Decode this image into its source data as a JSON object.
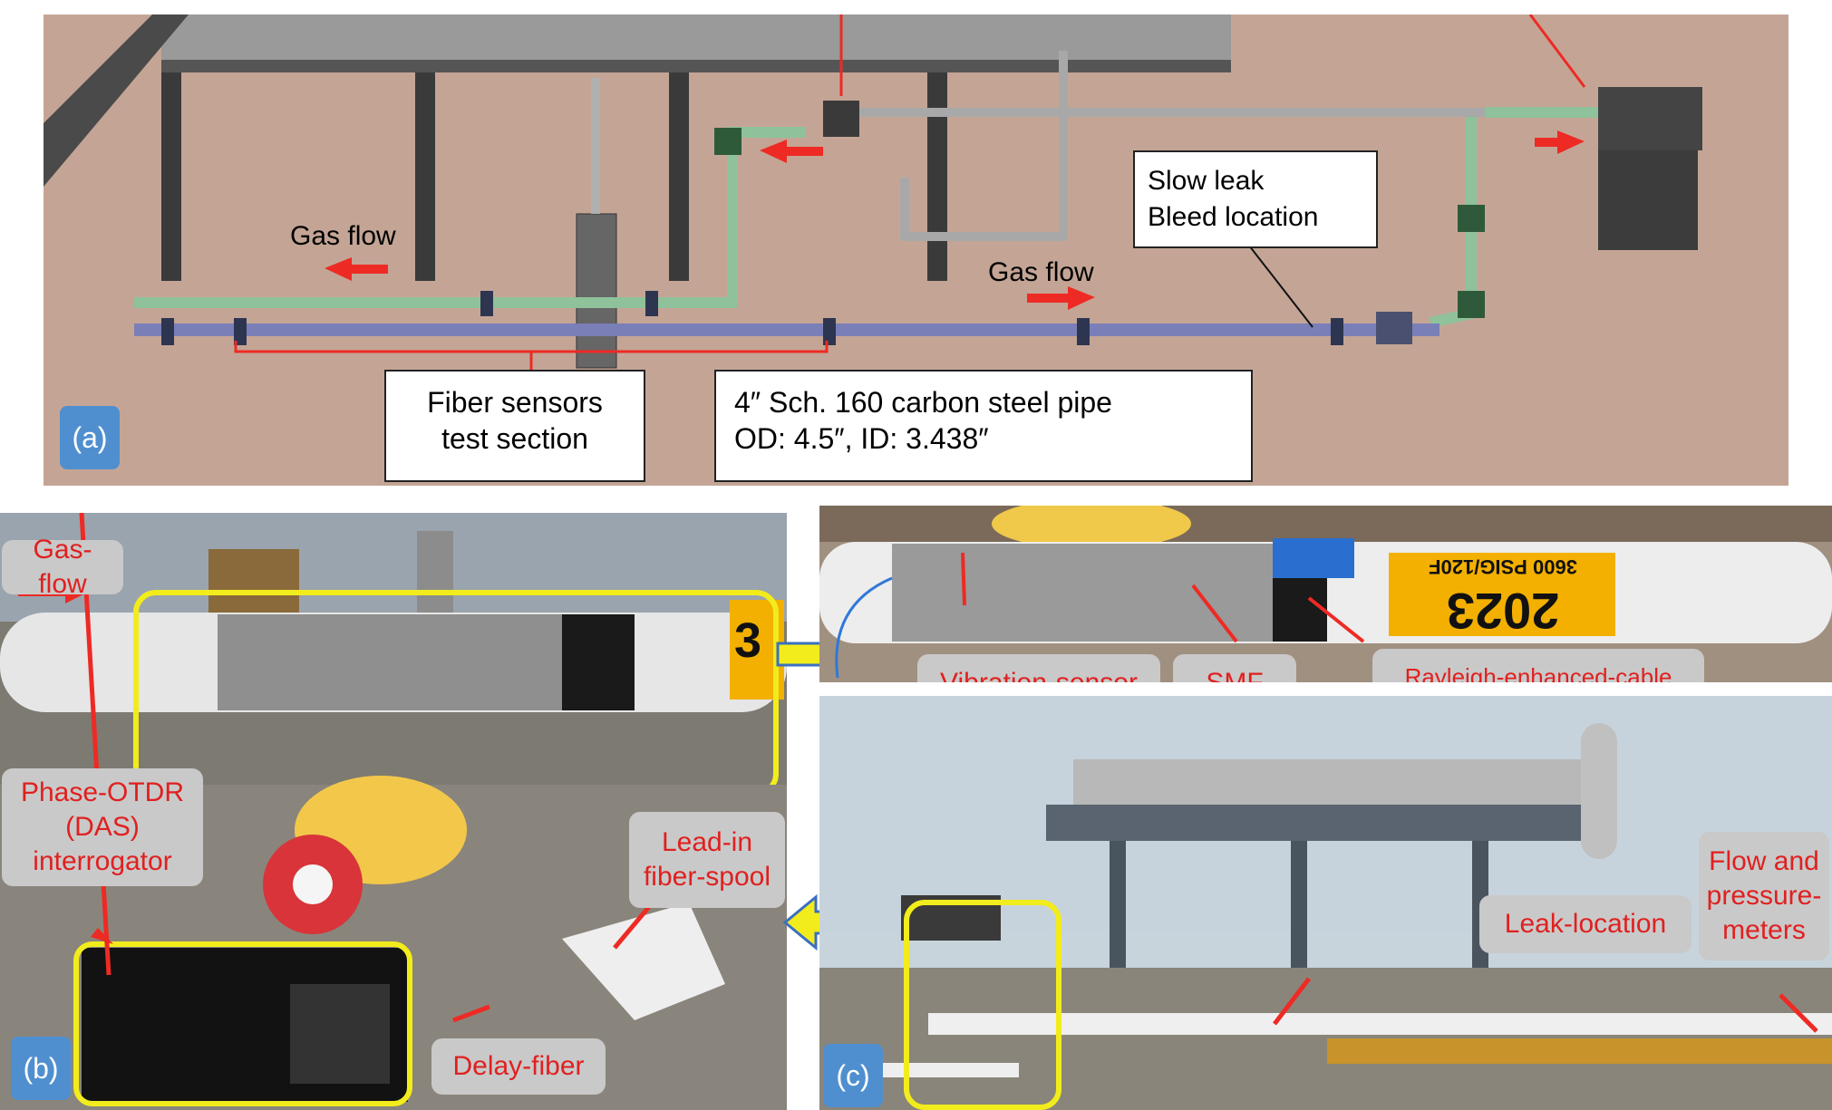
{
  "panel_a": {
    "tag": "(a)",
    "gas_flow_left": "Gas flow",
    "gas_flow_right": "Gas flow",
    "slow_leak_line1": "Slow leak",
    "slow_leak_line2": "Bleed location",
    "fiber_sensors_line1": "Fiber sensors",
    "fiber_sensors_line2": "test section",
    "pipe_spec_line1": "4″ Sch. 160 carbon steel pipe",
    "pipe_spec_line2": "OD: 4.5″, ID: 3.438″"
  },
  "panel_b": {
    "tag": "(b)",
    "gas_flow": "Gas-flow",
    "interrogator": "Phase-OTDR\n(DAS)\ninterrogator",
    "lead_in": "Lead-in\nfiber-spool",
    "delay_fiber": "Delay-fiber",
    "pipe_number": "3"
  },
  "panel_c_top": {
    "vibration_sensor": "Vibration-sensor",
    "smf": "SMF",
    "rayleigh": "Rayleigh-enhanced-cable",
    "pipe_number": "2023",
    "pipe_rating": "3600 PSIG/120F"
  },
  "panel_c": {
    "tag": "(c)",
    "leak_location": "Leak-location",
    "flow_meters": "Flow and\npressure-\nmeters"
  },
  "colors": {
    "arrow_red": "#ee2a24",
    "highlight_yellow": "#f2ec1c",
    "tag_blue": "#4f8fcf"
  }
}
